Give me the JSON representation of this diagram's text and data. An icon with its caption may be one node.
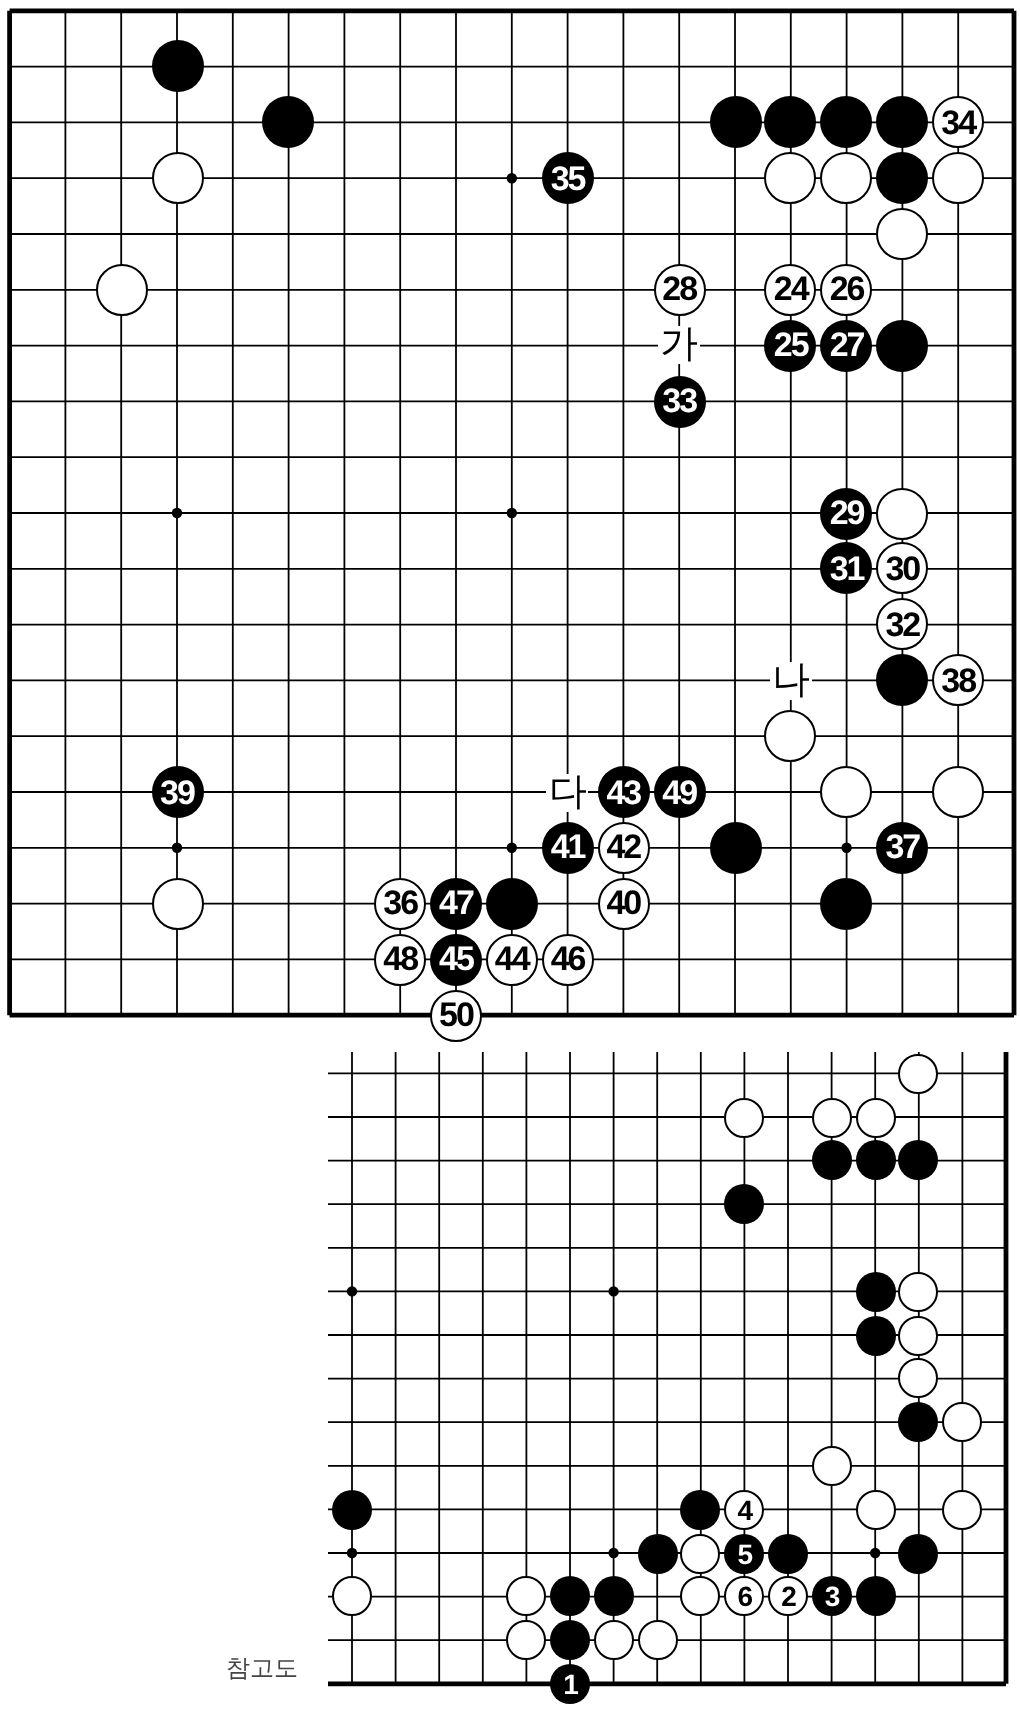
{
  "diagram": {
    "labels": [
      "34",
      "35",
      "28",
      "24",
      "26",
      "가",
      "25",
      "27",
      "33",
      "29",
      "31",
      "30",
      "32",
      "나",
      "38",
      "39",
      "다",
      "43",
      "49",
      "41",
      "42",
      "37",
      "36",
      "47",
      "40",
      "48",
      "45",
      "44",
      "46",
      "50",
      "4",
      "5",
      "6",
      "2",
      "3",
      "참고도",
      "1"
    ]
  }
}
